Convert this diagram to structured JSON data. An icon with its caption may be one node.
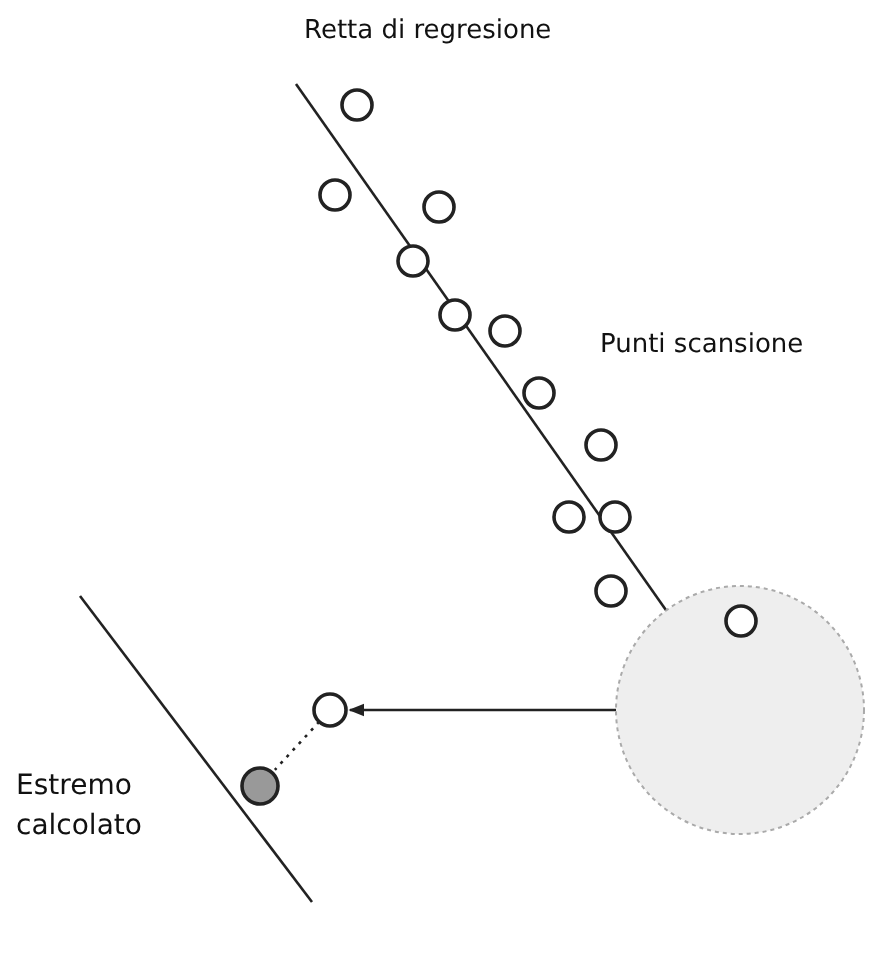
{
  "diagram": {
    "nodes": [
      {
        "text": [],
        "shape": "circle"
      },
      {
        "text": [],
        "shape": "circle"
      },
      {
        "text": [],
        "shape": "circle"
      },
      {
        "text": [],
        "shape": "circle"
      },
      {
        "text": [],
        "shape": "circle"
      },
      {
        "text": [],
        "shape": "circle"
      },
      {
        "text": [],
        "shape": "circle"
      },
      {
        "text": [],
        "shape": "circle"
      },
      {
        "text": [],
        "shape": "circle"
      },
      {
        "text": [],
        "shape": "circle"
      },
      {
        "text": [],
        "shape": "circle"
      },
      {
        "text": [],
        "shape": "circle"
      },
      {
        "text": [],
        "shape": "circle",
        "in": 11
      },
      {
        "text": [],
        "shape": "circle"
      },
      {
        "text": [],
        "shape": "circle",
        "beside": [
          "Estremo calcolato"
        ]
      }
    ],
    "edges": [
      {
        "from": 11,
        "to": 13,
        "arrow": "to"
      },
      {
        "from": 13,
        "to": 14,
        "arrow": "none",
        "style": "dashed"
      }
    ],
    "labels": [
      "Retta di regresione",
      "Punti scansione"
    ]
  }
}
